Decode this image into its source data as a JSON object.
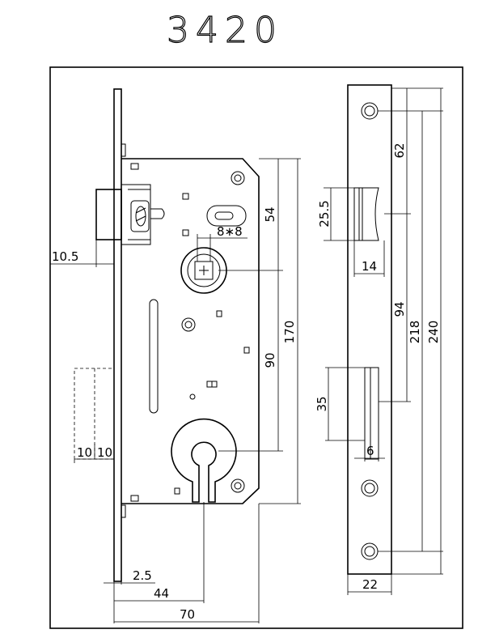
{
  "title": "3420",
  "dimensions": {
    "backset_width": "10.5",
    "spindle_square": "8∗8",
    "d54": "54",
    "d90": "90",
    "d170": "170",
    "d10a": "10",
    "d10b": "10",
    "d2_5": "2.5",
    "d44": "44",
    "d70": "70",
    "d25_5": "25.5",
    "d14": "14",
    "d62": "62",
    "d94": "94",
    "d218": "218",
    "d240": "240",
    "d35": "35",
    "d6": "6",
    "d22": "22"
  },
  "colors": {
    "ink": "#000000",
    "paper": "#ffffff"
  }
}
